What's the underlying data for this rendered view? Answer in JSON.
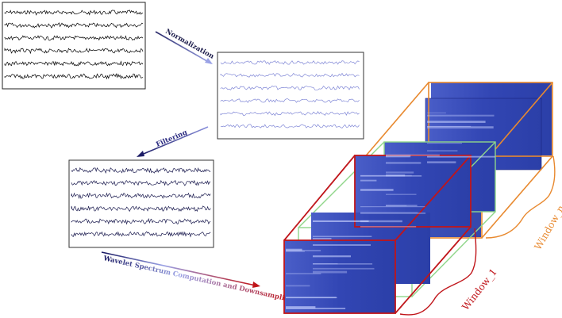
{
  "steps": {
    "normalization": "Normalization",
    "filtering": "Filtering",
    "wavelet": "Wavelet Spectrum Computation and Downsampling"
  },
  "windows": {
    "first": "Window_1",
    "last": "Window_n"
  },
  "panels": {
    "raw": {
      "channels": 6,
      "color": "#000000"
    },
    "normalized": {
      "channels": 6,
      "color": "#7f86d6"
    },
    "filtered": {
      "channels": 6,
      "color": "#1a1a4e"
    }
  },
  "colors": {
    "spectrogram": "#3246b4",
    "window_1_frame": "#c0151a",
    "window_n_frame": "#e8892f",
    "middle_frame": "#8fd68a",
    "normalization_arrow": "#8a90dc",
    "filtering_arrow": "#23256e",
    "wavelet_arrow_start": "#1a1a66",
    "wavelet_arrow_end": "#c0151a"
  }
}
